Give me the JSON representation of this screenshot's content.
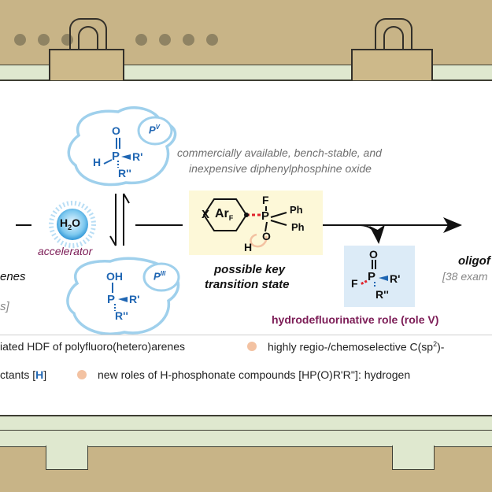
{
  "description_text": {
    "line1": "commercially available, bench-stable, and",
    "line2": "inexpensive diphenylphosphine oxide"
  },
  "accelerator": {
    "formula_h": "H",
    "formula_sub": "2",
    "formula_o": "O",
    "label": "accelerator"
  },
  "pv_species": {
    "badge": "P",
    "badge_sup": "V",
    "o": "O",
    "p": "P",
    "h": "H",
    "r1": "R'",
    "r2": "R''"
  },
  "piii_species": {
    "badge": "P",
    "badge_sup": "III",
    "oh": "OH",
    "p": "P",
    "r1": "R'",
    "r2": "R''"
  },
  "transition_state": {
    "x": "X",
    "arf": "Ar",
    "arf_sub": "F",
    "f": "F",
    "p": "P",
    "ph1": "Ph",
    "ph2": "Ph",
    "o": "O",
    "h": "H",
    "caption1": "possible key",
    "caption2": "transition state"
  },
  "product_species": {
    "o": "O",
    "p": "P",
    "f": "F",
    "r1": "R'",
    "r2": "R''"
  },
  "left_cut": {
    "enes": "enes",
    "bracket": "s]"
  },
  "right_cut": {
    "oligo": "oligof",
    "examples": "[38 exam"
  },
  "role_label": "hydrodefluorinative role (role V)",
  "legend": {
    "row1_text_a": "iated HDF of polyfluoro(hetero)arenes",
    "row1_text_b": "highly regio-/chemoselective C(sp",
    "row1_sup": "2",
    "row1_tail": ")-",
    "row2_text_a": "ctants [",
    "row2_h": "H",
    "row2_text_a2": "]",
    "row2_text_b": "new roles of H-phosphonate compounds [HP(O)R'R'']: hydrogen"
  },
  "colors": {
    "background_tan": "#c8b487",
    "rail_green": "#dfe8cf",
    "bubble_blue": "#9fd0ec",
    "ts_yellow": "#fdf8d8",
    "product_blue": "#dcebf7",
    "bond_red": "#e0242c",
    "accent_purple": "#7c1c56",
    "legend_dot": "#f3c2a2"
  }
}
